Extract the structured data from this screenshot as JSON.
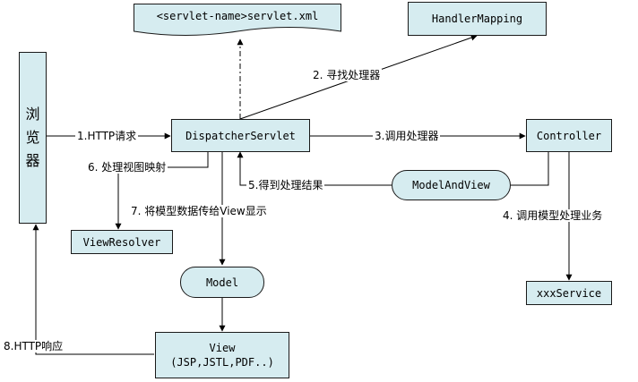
{
  "nodes": {
    "browser": [
      "浏",
      "览",
      "器"
    ],
    "servlet_xml": "<servlet-name>servlet.xml",
    "handler_mapping": "HandlerMapping",
    "dispatcher": "DispatcherServlet",
    "controller": "Controller",
    "model_and_view": "ModelAndView",
    "view_resolver": "ViewResolver",
    "model": "Model",
    "xxx_service": "xxxService",
    "view": {
      "line1": "View",
      "line2": "(JSP,JSTL,PDF..)"
    }
  },
  "labels": {
    "step1": "1.HTTP请求",
    "step2": "2. 寻找处理器",
    "step3": "3.调用处理器",
    "step4": "4. 调用模型处理业务",
    "step5": "5.得到处理结果",
    "step6": "6. 处理视图映射",
    "step7": "7. 将模型数据传给View显示",
    "step8": "8.HTTP响应"
  }
}
